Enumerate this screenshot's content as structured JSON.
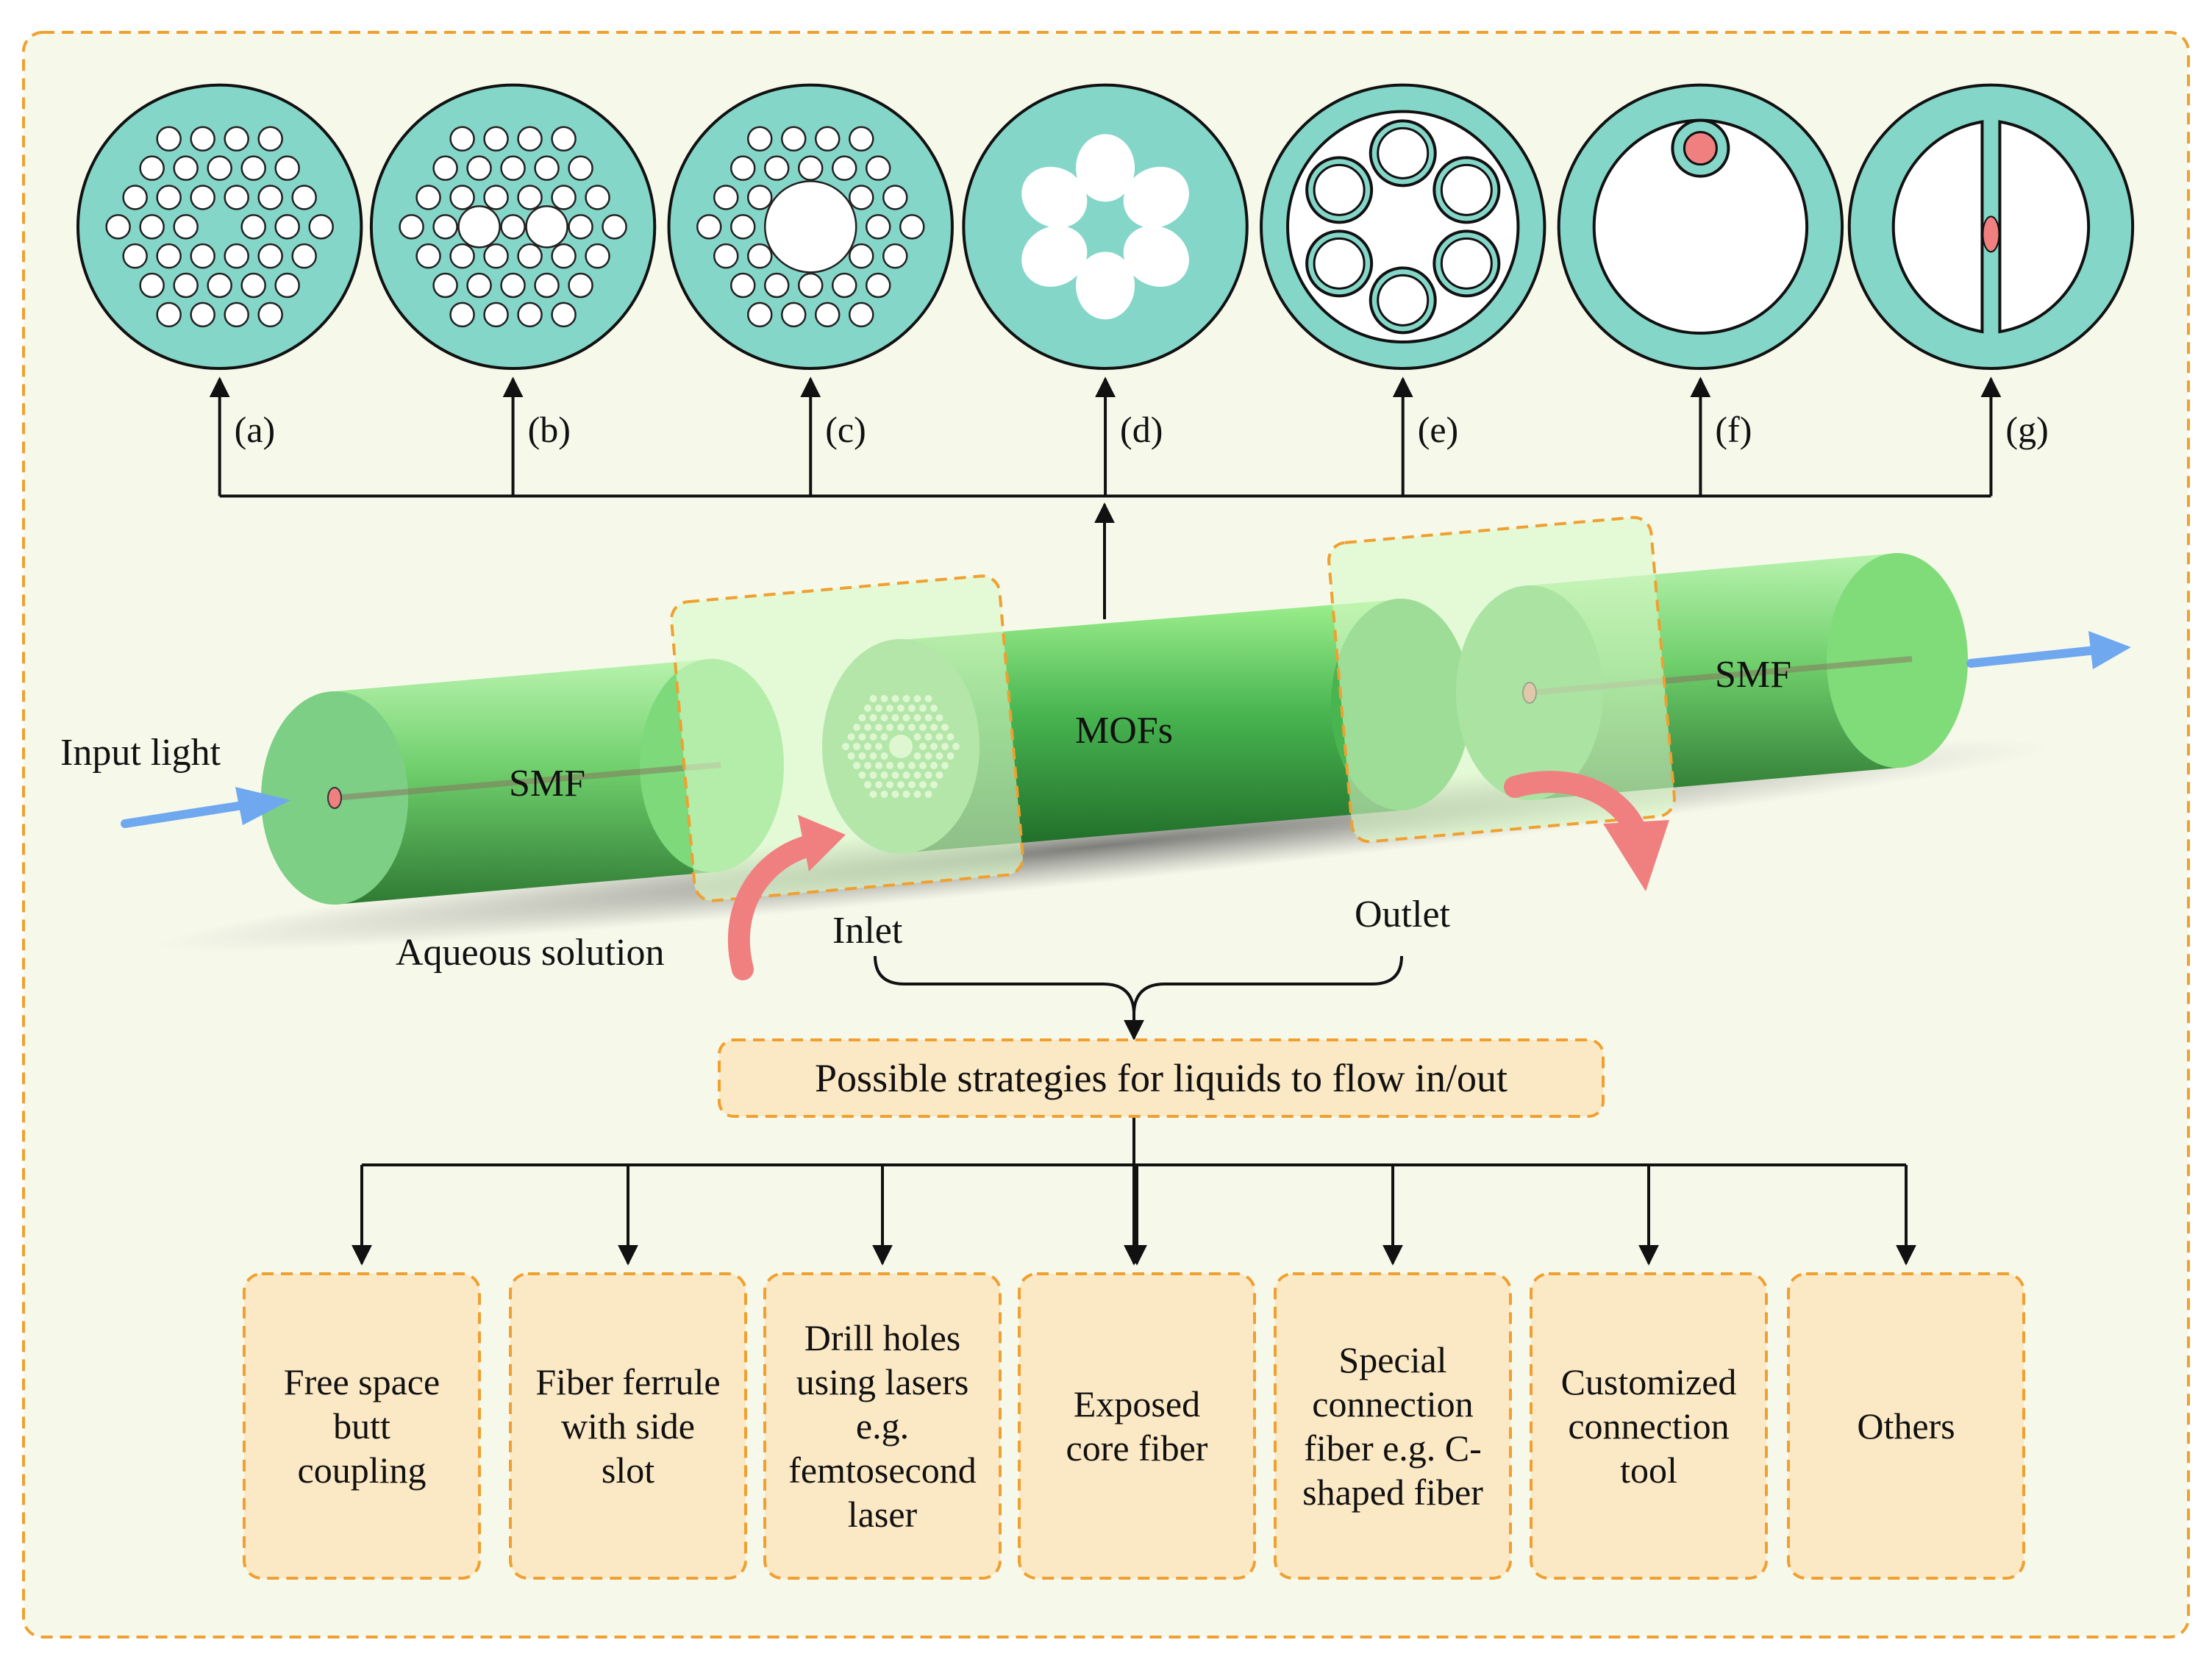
{
  "colors": {
    "frame_border": "#f0a030",
    "frame_fill": "#f6f9ea",
    "fiber_face": "#84d6c8",
    "fiber_outline": "#111111",
    "core_red": "#f08080",
    "cylinder_green": "#6ccb6a",
    "arrow_blue": "#6fa8ee",
    "arrow_pink": "#f08080",
    "box_fill": "#fbe8c4",
    "box_border": "#f0a030"
  },
  "cross_sections": [
    {
      "label": "(a)",
      "kind": "solid-core honeycomb"
    },
    {
      "label": "(b)",
      "kind": "twin-core honeycomb"
    },
    {
      "label": "(c)",
      "kind": "hollow-core honeycomb"
    },
    {
      "label": "(d)",
      "kind": "suspended core"
    },
    {
      "label": "(e)",
      "kind": "anti-resonant tubes"
    },
    {
      "label": "(f)",
      "kind": "side-core capillary"
    },
    {
      "label": "(g)",
      "kind": "center-wall capillary"
    }
  ],
  "fiber": {
    "input_label": "Input light",
    "smf_left_label": "SMF",
    "mofs_label": "MOFs",
    "smf_right_label": "SMF",
    "aqueous_label": "Aqueous solution",
    "inlet_label": "Inlet",
    "outlet_label": "Outlet"
  },
  "strategy_title": "Possible strategies for liquids to flow in/out",
  "strategies": [
    "Free space\nbutt\ncoupling",
    "Fiber ferrule\nwith side\nslot",
    "Drill holes\nusing lasers\ne.g.\nfemtosecond\nlaser",
    "Exposed\ncore fiber",
    "Special\nconnection\nfiber e.g. C-\nshaped fiber",
    "Customized\nconnection\ntool",
    "Others"
  ]
}
